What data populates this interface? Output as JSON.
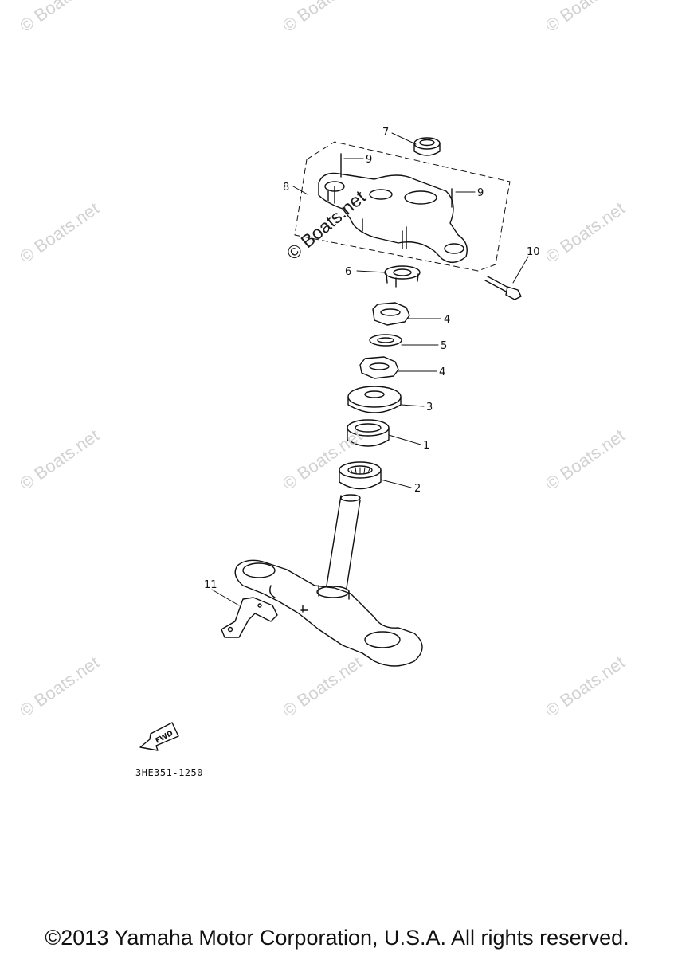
{
  "watermarks": {
    "light": "© Boats.net",
    "center": "© Boats.net"
  },
  "callouts": {
    "c1": "1",
    "c2": "2",
    "c3": "3",
    "c4a": "4",
    "c4b": "4",
    "c5": "5",
    "c6": "6",
    "c7": "7",
    "c8": "8",
    "c9a": "9",
    "c9b": "9",
    "c10": "10",
    "c11": "11"
  },
  "fwd_arrow": "FWD",
  "diagram_code": "3HE351-1250",
  "copyright": "©2013 Yamaha Motor Corporation, U.S.A. All rights reserved."
}
